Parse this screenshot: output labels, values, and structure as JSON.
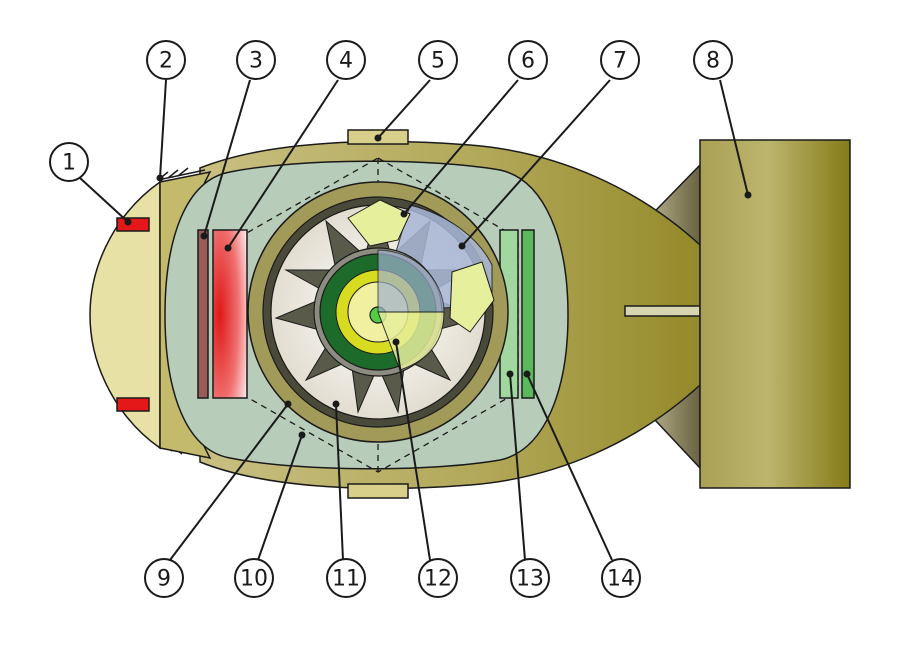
{
  "callouts": [
    {
      "id": "1",
      "label": "1"
    },
    {
      "id": "2",
      "label": "2"
    },
    {
      "id": "3",
      "label": "3"
    },
    {
      "id": "4",
      "label": "4"
    },
    {
      "id": "5",
      "label": "5"
    },
    {
      "id": "6",
      "label": "6"
    },
    {
      "id": "7",
      "label": "7"
    },
    {
      "id": "8",
      "label": "8"
    },
    {
      "id": "9",
      "label": "9"
    },
    {
      "id": "10",
      "label": "10"
    },
    {
      "id": "11",
      "label": "11"
    },
    {
      "id": "12",
      "label": "12"
    },
    {
      "id": "13",
      "label": "13"
    },
    {
      "id": "14",
      "label": "14"
    }
  ],
  "colors": {
    "casing": "#b9ad62",
    "casing_dark": "#8e8526",
    "nose": "#e8e1a6",
    "inner_fill": "#b7cdb9",
    "tamper_ring": "#a29a58",
    "dark_ring": "#4a4a3a",
    "explosive_area": "#e6e2d6",
    "red_part": "#e02020",
    "brown_bar": "#9a5c56",
    "green_bar": "#9fd49a",
    "core_green": "#1c6b2a",
    "core_yellow": "#d8dc20",
    "light_yellow": "#e6ef9c",
    "blue_shade": "#a9b8d8",
    "tail": "#8e8526"
  }
}
